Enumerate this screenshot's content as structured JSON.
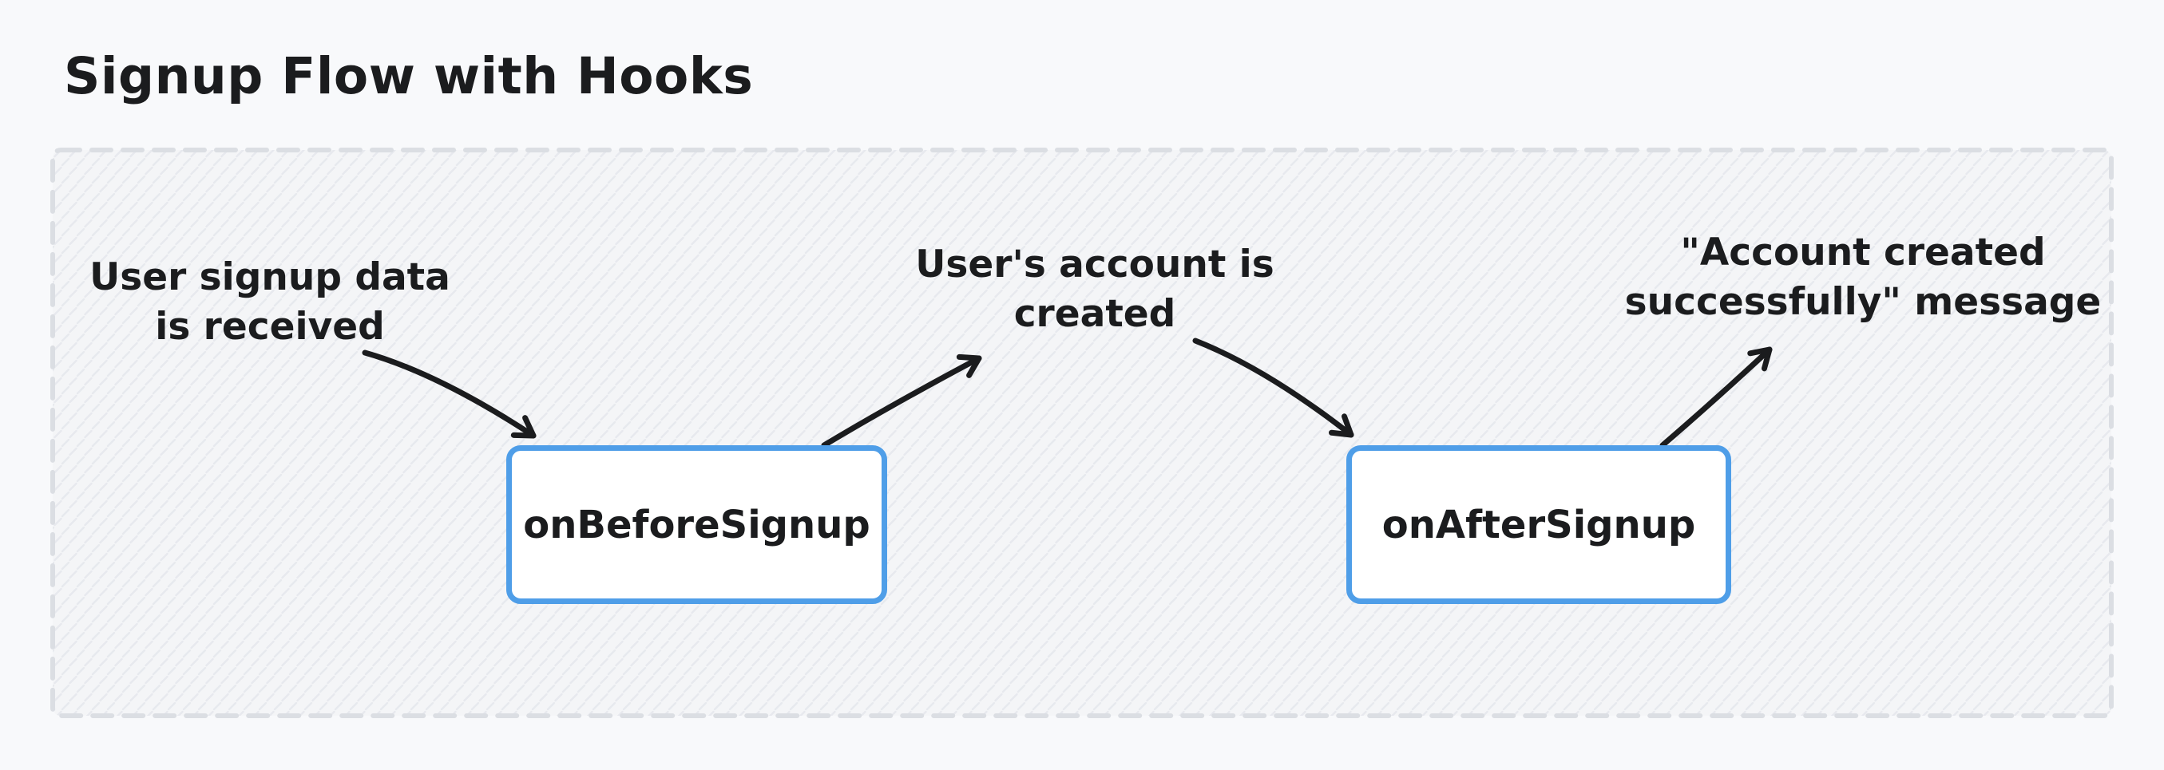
{
  "title": "Signup Flow with Hooks",
  "colors": {
    "background": "#f8f9fb",
    "ink": "#1b1c1e",
    "accent_blue": "#4f9ee8",
    "frame_dash": "#dbdee3",
    "frame_fill": "#f4f5f7",
    "hatch_line": "#e7e9ee",
    "box_fill": "#ffffff"
  },
  "flow": {
    "steps": [
      {
        "type": "annotation",
        "text": "User signup data\nis received"
      },
      {
        "type": "hook",
        "label": "onBeforeSignup"
      },
      {
        "type": "annotation",
        "text": "User's account is\ncreated"
      },
      {
        "type": "hook",
        "label": "onAfterSignup"
      },
      {
        "type": "annotation",
        "text": "\"Account created\nsuccessfully\" message"
      }
    ]
  }
}
